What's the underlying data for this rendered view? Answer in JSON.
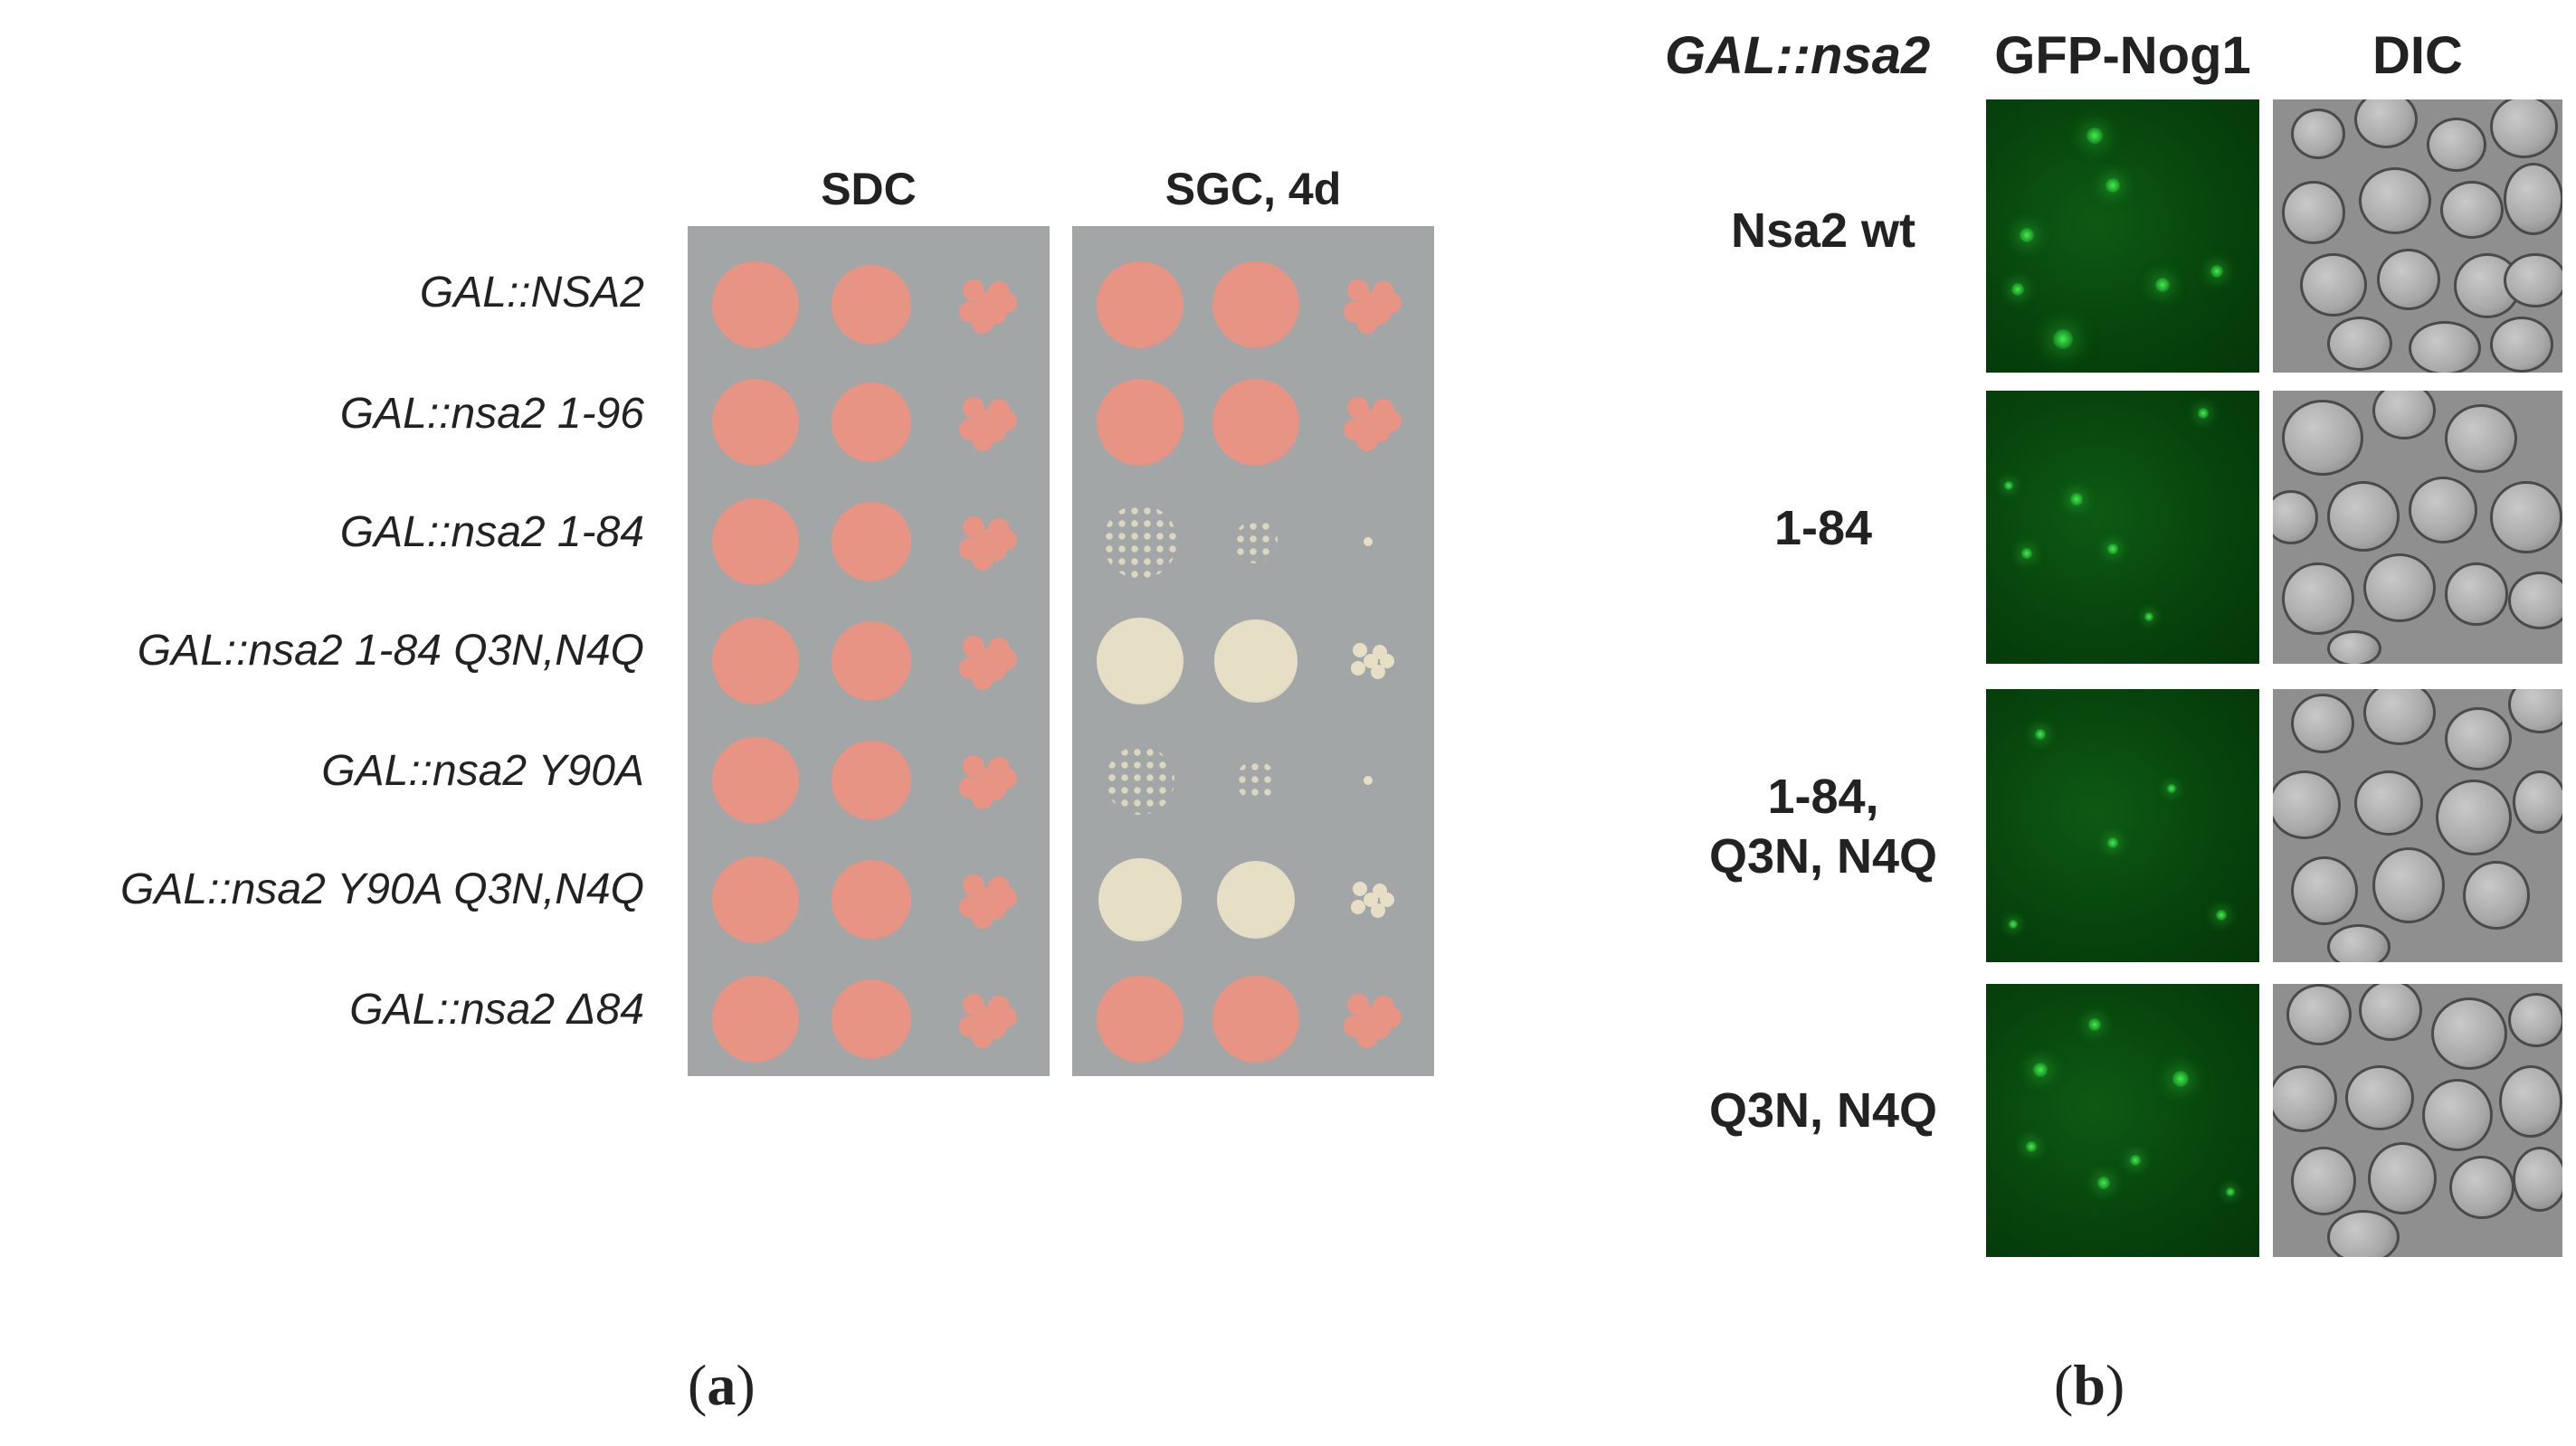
{
  "panel_a": {
    "plate_headers": [
      "SDC",
      "SGC, 4d"
    ],
    "strains": [
      "GAL::NSA2",
      "GAL::nsa2 1-96",
      "GAL::nsa2 1-84",
      "GAL::nsa2 1-84 Q3N,N4Q",
      "GAL::nsa2 Y90A",
      "GAL::nsa2 Y90A Q3N,N4Q",
      "GAL::nsa2 Δ84"
    ],
    "colors": {
      "plate_bg": "#a3a6a7",
      "colony_pink": "#e79484",
      "colony_pale": "#e6dfc6"
    },
    "label": "(a)"
  },
  "panel_b": {
    "title": "GAL::nsa2",
    "columns": [
      "GFP-Nog1",
      "DIC"
    ],
    "rows": [
      {
        "label_lines": [
          "Nsa2 wt"
        ]
      },
      {
        "label_lines": [
          "1-84"
        ]
      },
      {
        "label_lines": [
          "1-84,",
          "Q3N, N4Q"
        ]
      },
      {
        "label_lines": [
          "Q3N, N4Q"
        ]
      }
    ],
    "colors": {
      "gfp_bg": "#07440c",
      "gfp_signal": "#3cf04a",
      "dic_bg": "#8f8f8f"
    },
    "label": "(b)"
  }
}
